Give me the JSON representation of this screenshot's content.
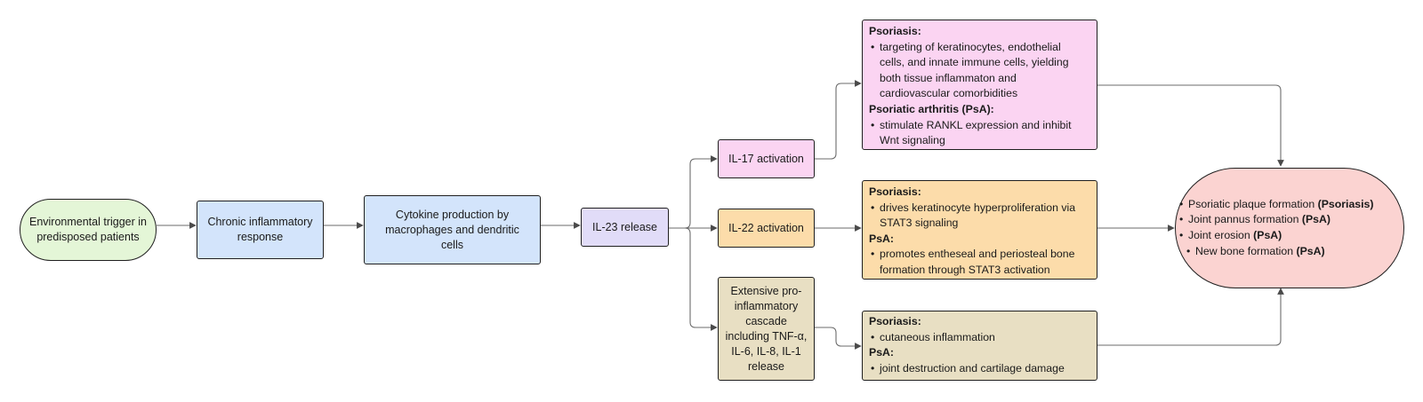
{
  "flow": {
    "trigger": "Environmental trigger in predisposed patients",
    "chronic": "Chronic inflammatory response",
    "cytokine": "Cytokine production by macrophages and dendritic cells",
    "il23": "IL-23 release",
    "il17": "IL-17 activation",
    "il22": "IL-22 activation",
    "cascade": "Extensive pro-inflammatory cascade including TNF-α, IL-6, IL-8, IL-1 release"
  },
  "il17_effects": {
    "psoriasis_header": "Psoriasis:",
    "psoriasis_items": [
      "targeting of keratinocytes, endothelial cells, and innate immune cells, yielding both tissue inflammaton and cardiovascular comorbidities"
    ],
    "psa_header": "Psoriatic arthritis (PsA):",
    "psa_items": [
      "stimulate RANKL expression and inhibit Wnt signaling"
    ]
  },
  "il22_effects": {
    "psoriasis_header": "Psoriasis:",
    "psoriasis_items": [
      "drives keratinocyte hyperproliferation via STAT3 signaling"
    ],
    "psa_header": "PsA:",
    "psa_items": [
      "promotes entheseal and periosteal bone formation through STAT3 activation"
    ]
  },
  "cascade_effects": {
    "psoriasis_header": "Psoriasis:",
    "psoriasis_items": [
      "cutaneous inflammation"
    ],
    "psa_header": "PsA:",
    "psa_items": [
      "joint destruction and cartilage damage"
    ]
  },
  "outcomes": [
    {
      "text": "Psoriatic plaque formation",
      "tag": "(Psoriasis)"
    },
    {
      "text": "Joint pannus formation",
      "tag": "(PsA)"
    },
    {
      "text": "Joint erosion",
      "tag": "(PsA)"
    },
    {
      "text": "New bone formation",
      "tag": "(PsA)"
    }
  ],
  "colors": {
    "edge": "#6b6b6b",
    "green": "#e4f6d7",
    "blue": "#d3e4fb",
    "violet": "#e1dcf8",
    "pink": "#fbd4f2",
    "orange": "#fcdcaa",
    "khaki": "#e8dfc3",
    "salmon": "#fbd3d1"
  }
}
